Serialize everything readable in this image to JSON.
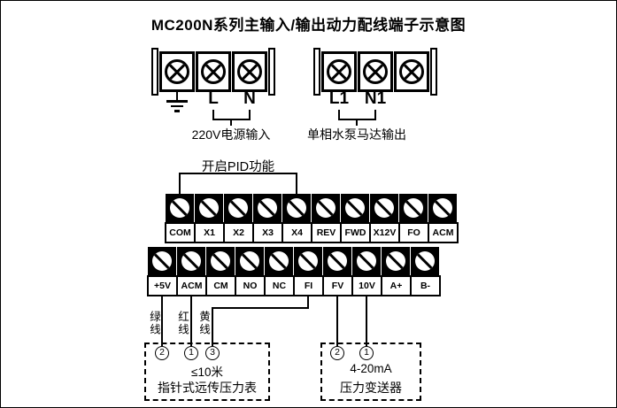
{
  "title": "MC200N系列主输入/输出动力配线端子示意图",
  "power_input": {
    "terminal_l": "L",
    "terminal_n": "N",
    "caption": "220V电源输入"
  },
  "motor_output": {
    "terminal_l1": "L1",
    "terminal_n1": "N1",
    "caption": "单相水泵马达输出"
  },
  "pid": {
    "caption": "开启PID功能"
  },
  "upper_strip": {
    "labels": [
      "COM",
      "X1",
      "X2",
      "X3",
      "X4",
      "REV",
      "FWD",
      "X12V",
      "FO",
      "ACM"
    ]
  },
  "lower_strip": {
    "labels": [
      "+5V",
      "ACM",
      "CM",
      "NO",
      "NC",
      "FI",
      "FV",
      "10V",
      "A+",
      "B-"
    ]
  },
  "wire_labels": {
    "green": "绿线",
    "red": "红线",
    "yellow": "黄线"
  },
  "pressure_gauge": {
    "terminals": [
      "2",
      "1",
      "3"
    ],
    "distance": "≤10米",
    "name": "指针式远传压力表"
  },
  "pressure_transmitter": {
    "terminals": [
      "2",
      "1"
    ],
    "signal": "4-20mA",
    "name": "压力变送器"
  },
  "colors": {
    "line": "#000000",
    "background": "#ffffff"
  }
}
